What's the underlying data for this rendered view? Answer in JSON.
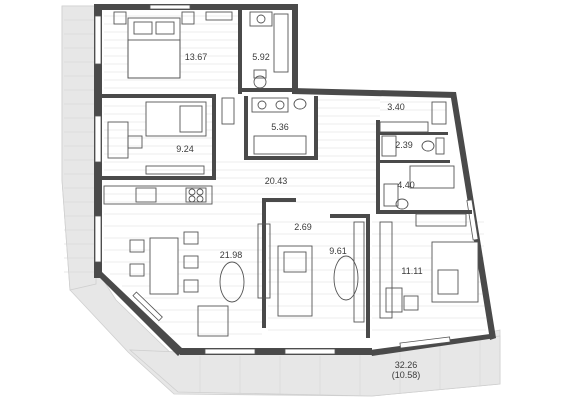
{
  "rooms": [
    {
      "id": "bedroom-1",
      "area": "13.67"
    },
    {
      "id": "bathroom-1",
      "area": "5.92"
    },
    {
      "id": "bedroom-2",
      "area": "9.24"
    },
    {
      "id": "bathroom-2",
      "area": "5.36"
    },
    {
      "id": "hall-1",
      "area": "3.40"
    },
    {
      "id": "wc-1",
      "area": "2.39"
    },
    {
      "id": "bathroom-3",
      "area": "4.40"
    },
    {
      "id": "corridor",
      "area": "20.43"
    },
    {
      "id": "closet",
      "area": "2.69"
    },
    {
      "id": "living-kitchen",
      "area": "21.98"
    },
    {
      "id": "bedroom-3",
      "area": "9.61"
    },
    {
      "id": "bedroom-4",
      "area": "11.11"
    }
  ],
  "terrace": {
    "area": "32.26",
    "area_reduced": "(10.58)"
  },
  "colors": {
    "wall": "#4a4a4a",
    "terrace": "#e7e7e7",
    "floor_line": "#d9d9d9",
    "furniture": "#555555"
  }
}
